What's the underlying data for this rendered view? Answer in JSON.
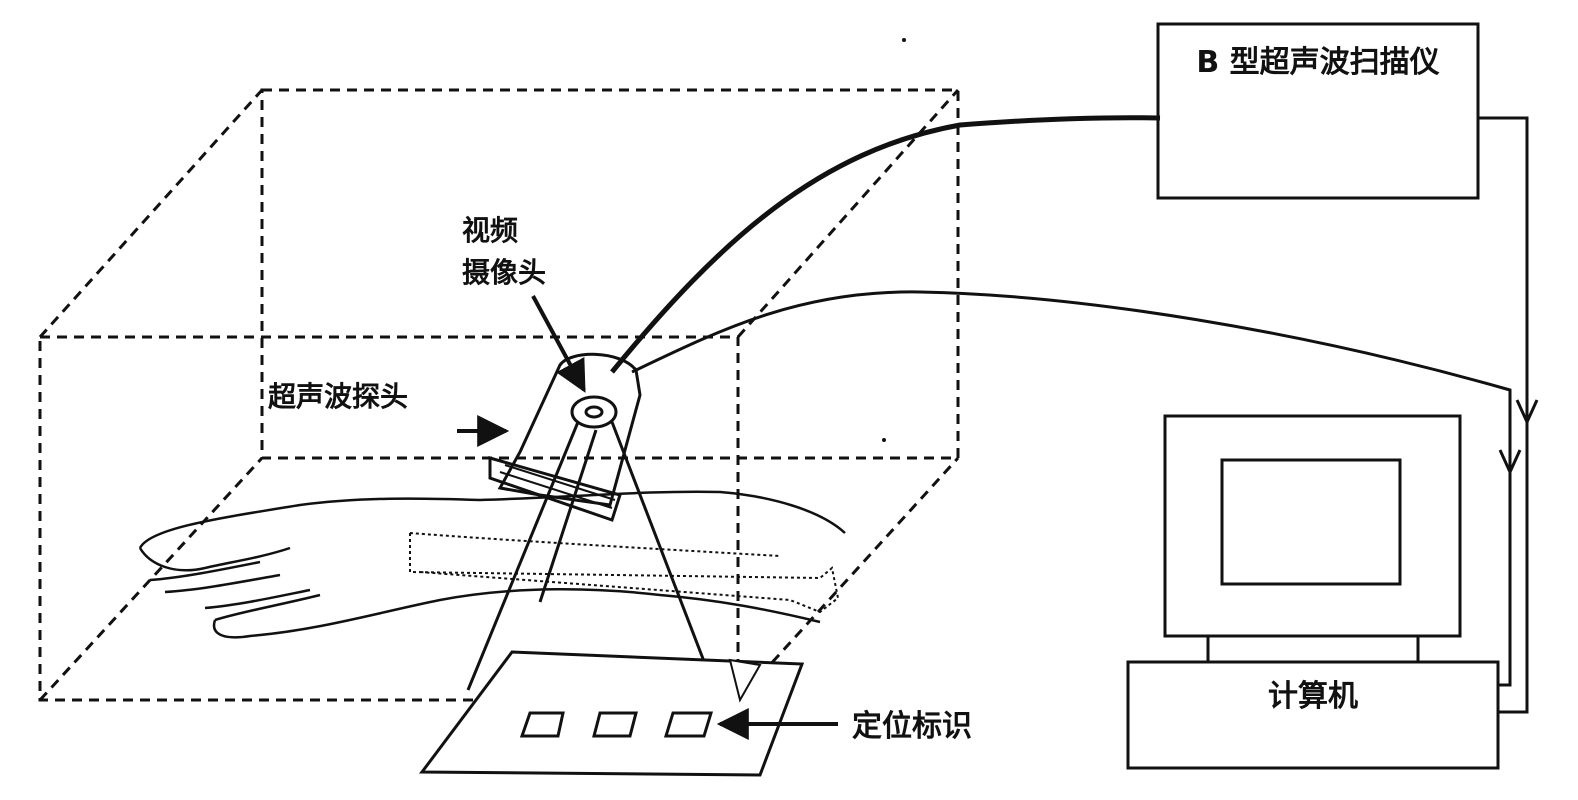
{
  "labels": {
    "scanner": "B 型超声波扫描仪",
    "camera_line1": "视频",
    "camera_line2": "摄像头",
    "probe": "超声波探头",
    "markers": "定位标识",
    "computer": "计算机"
  },
  "colors": {
    "ink": "#111111",
    "background": "#ffffff"
  },
  "icons": {
    "arrow": "arrow-right",
    "marker": "square-outline"
  }
}
